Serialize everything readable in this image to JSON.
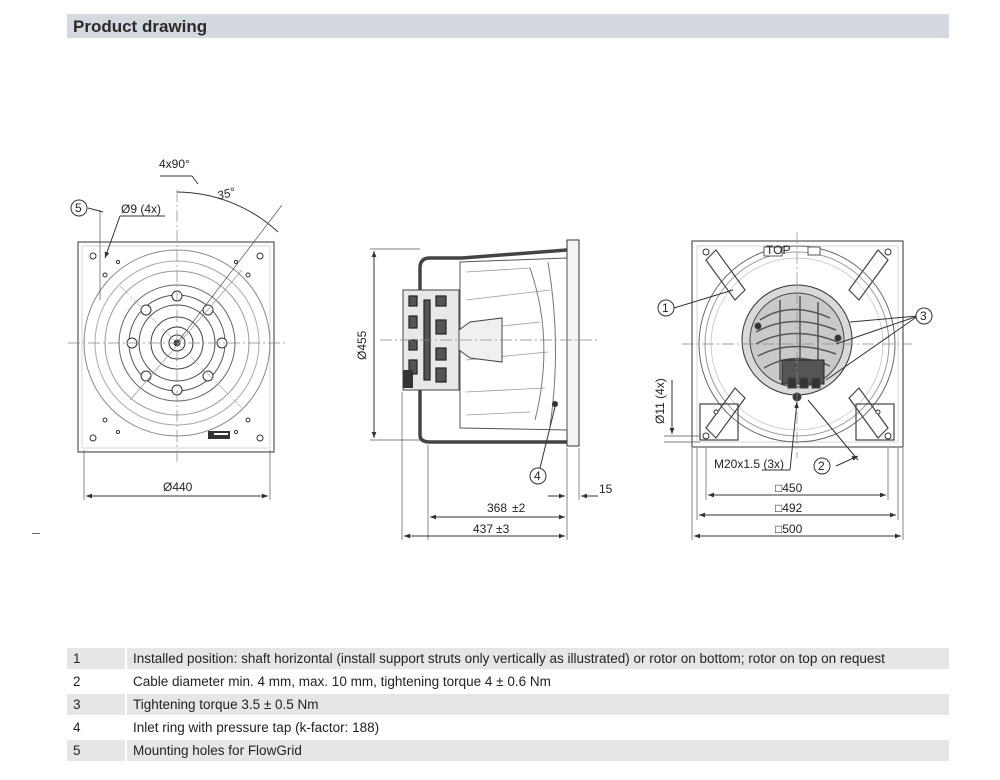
{
  "header": {
    "title": "Product drawing"
  },
  "front_view": {
    "angle_label": "4x90°",
    "angle_35": "35°",
    "hole_label": "Ø9 (4x)",
    "callout_5": "5",
    "diameter_label": "Ø440"
  },
  "side_view": {
    "height_label": "Ø455",
    "callout_4": "4",
    "dim_368": "368",
    "tol_368": "±2",
    "dim_15": "15",
    "dim_437": "437",
    "tol_437": "±3"
  },
  "rear_view": {
    "top_label": "TOP",
    "callout_1": "1",
    "callout_2": "2",
    "callout_3": "3",
    "hole_label": "Ø11 (4x)",
    "cable_label": "M20x1.5 (3x)",
    "dim_450": "□450",
    "dim_492": "□492",
    "dim_500": "□500"
  },
  "notes": [
    {
      "num": "1",
      "text": "Installed position: shaft horizontal (install support struts only vertically as illustrated) or rotor on bottom; rotor on top on request"
    },
    {
      "num": "2",
      "text": "Cable diameter min. 4 mm, max. 10 mm, tightening torque 4 ± 0.6 Nm"
    },
    {
      "num": "3",
      "text": "Tightening torque 3.5 ± 0.5 Nm"
    },
    {
      "num": "4",
      "text": "Inlet ring with pressure tap (k-factor: 188)"
    },
    {
      "num": "5",
      "text": "Mounting holes for FlowGrid"
    }
  ]
}
